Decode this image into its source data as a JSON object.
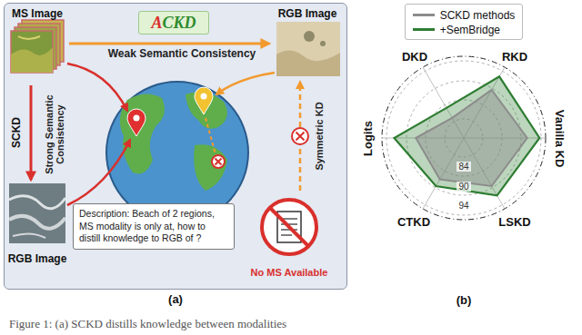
{
  "diagram": {
    "caption": "Figure 1: (a) SCKD distills knowledge between modalities",
    "nodes": [
      {
        "text": [
          "(a)"
        ]
      },
      {
        "text": [
          "MS Image"
        ],
        "in": 0
      },
      {
        "text": [
          "RGB Image"
        ],
        "in": 0
      },
      {
        "text": [
          "ACKD"
        ],
        "in": 0
      },
      {
        "text": [
          "RGB Image"
        ],
        "in": 0
      },
      {
        "text": [
          "Description: Beach of 2 regions, MS modality is only at, how to distill knowledge to RGB of ?"
        ],
        "in": 0
      },
      {
        "text": [
          "No MS Available"
        ],
        "in": 0
      }
    ],
    "edges": [
      {
        "from": 1,
        "to": 2,
        "arrow": "to",
        "label": "Weak Semantic Consistency"
      },
      {
        "from": 1,
        "to": 4,
        "arrow": "to",
        "label": "Strong Semantic Consistency"
      },
      {
        "from": 6,
        "to": 2,
        "arrow": "to",
        "label": "Symmetric KD"
      }
    ],
    "labels": [
      "SCKD",
      "DKD",
      "RKD",
      "Vanilla KD",
      "LSKD",
      "CTKD",
      "Logits",
      "84",
      "90",
      "94",
      "(b)"
    ],
    "legend": [
      {
        "text": "SCKD methods",
        "color": "#8c8c8c"
      },
      {
        "text": "+SemBridge",
        "color": "#2e7d32"
      }
    ]
  }
}
